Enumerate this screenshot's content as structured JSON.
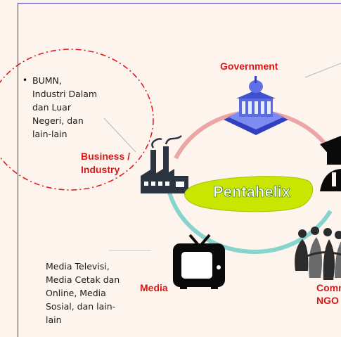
{
  "center_label": "Pentahelix",
  "nodes": {
    "government": "Government",
    "business": "Business /\nIndustry",
    "media": "Media",
    "community": "Comm\nNGO"
  },
  "notes": {
    "business_bullet": "•",
    "business_text": "BUMN,\nIndustri Dalam\ndan Luar\nNegeri, dan\nlain-lain",
    "media_text": "Media Televisi,\nMedia Cetak dan\nOnline, Media\nSosial, dan lain-\nlain"
  },
  "colors": {
    "accent_red": "#d81818",
    "ring_top": "#e8a0a0",
    "ring_bottom": "#7dd0c8",
    "pentahelix_fill": "#c8e600",
    "frame": "#3a3ab0"
  }
}
